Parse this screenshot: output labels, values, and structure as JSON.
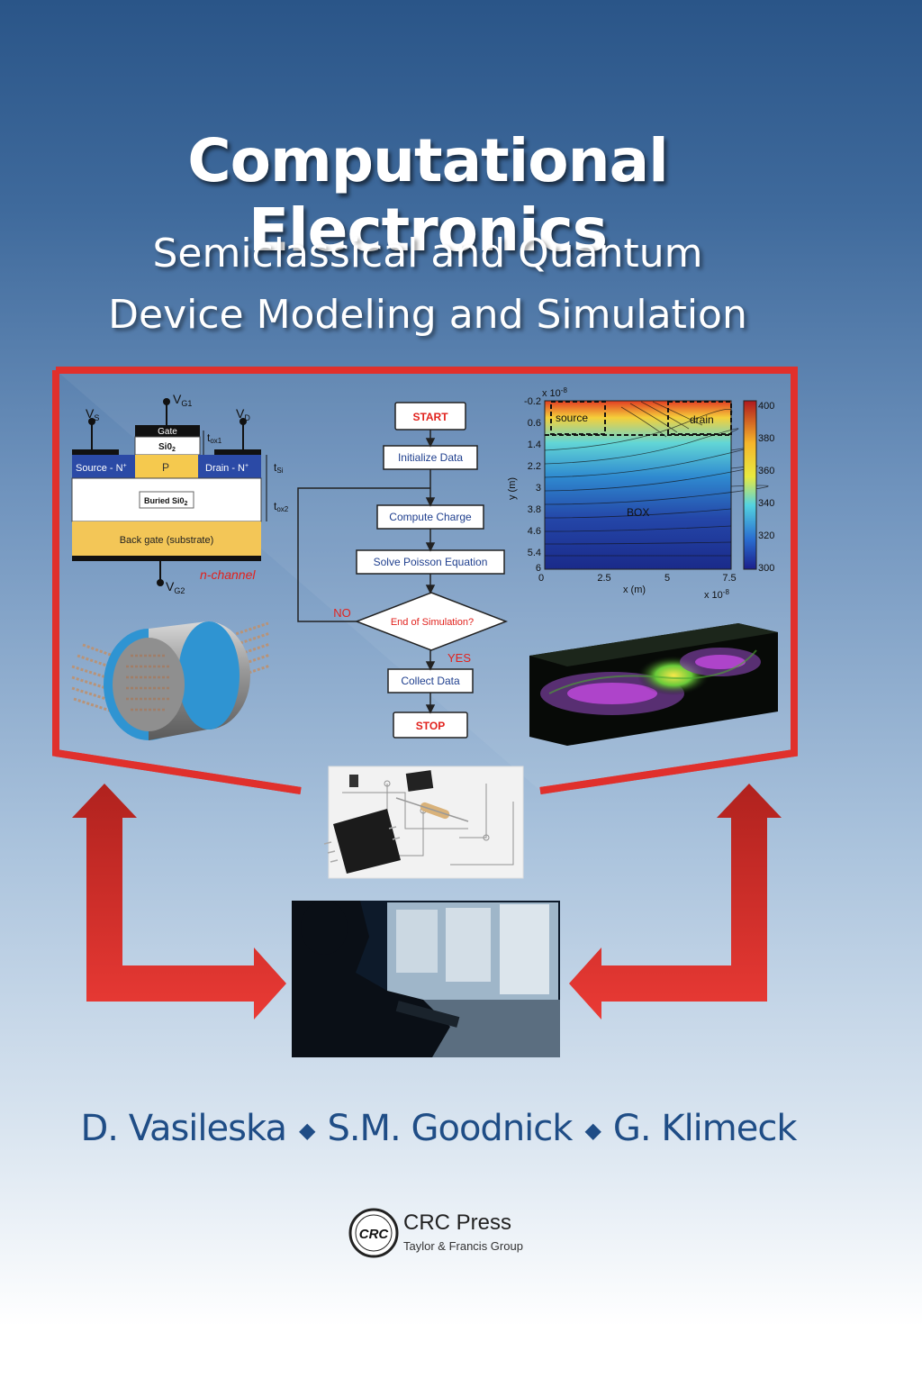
{
  "cover": {
    "title": "Computational Electronics",
    "subtitle_line1": "Semiclassical and Quantum",
    "subtitle_line2": "Device Modeling and Simulation",
    "authors": [
      "D. Vasileska",
      "S.M. Goodnick",
      "G. Klimeck"
    ],
    "publisher_logo": "CRC",
    "publisher": "CRC Press",
    "publisher_group": "Taylor & Francis Group"
  },
  "device_diagram": {
    "vs": "V",
    "vs_sub": "S",
    "vd": "V",
    "vd_sub": "D",
    "vg1": "V",
    "vg1_sub": "G1",
    "vg2": "V",
    "vg2_sub": "G2",
    "gate": "Gate",
    "sio2_top": "Si0",
    "sio2_top_sub": "2",
    "tox1": "t",
    "tox1_sub": "ox1",
    "tsi": "t",
    "tsi_sub": "Si",
    "tox2": "t",
    "tox2_sub": "ox2",
    "source": "Source - N",
    "p_region": "P",
    "drain": "Drain - N",
    "buried": "Buried Si0",
    "buried_sub": "2",
    "back_gate": "Back gate (substrate)",
    "channel_label": "n-channel"
  },
  "flowchart": {
    "start": "START",
    "init": "Initialize Data",
    "charge": "Compute Charge",
    "poisson": "Solve Poisson Equation",
    "decision": "End of Simulation?",
    "no": "NO",
    "yes": "YES",
    "collect": "Collect Data",
    "stop": "STOP"
  },
  "contour_plot": {
    "y_scale": "x 10",
    "y_scale_exp": "-8",
    "x_scale": "x 10",
    "x_scale_exp": "-8",
    "y_axis": "y (m)",
    "x_axis": "x (m)",
    "y_ticks": [
      "-0.2",
      "0.6",
      "1.4",
      "2.2",
      "3",
      "3.8",
      "4.6",
      "5.4",
      "6"
    ],
    "x_ticks": [
      "0",
      "2.5",
      "5",
      "7.5"
    ],
    "colorbar_ticks": [
      "400",
      "380",
      "360",
      "340",
      "320",
      "300"
    ],
    "source": "source",
    "drain": "drain",
    "box": "BOX"
  }
}
